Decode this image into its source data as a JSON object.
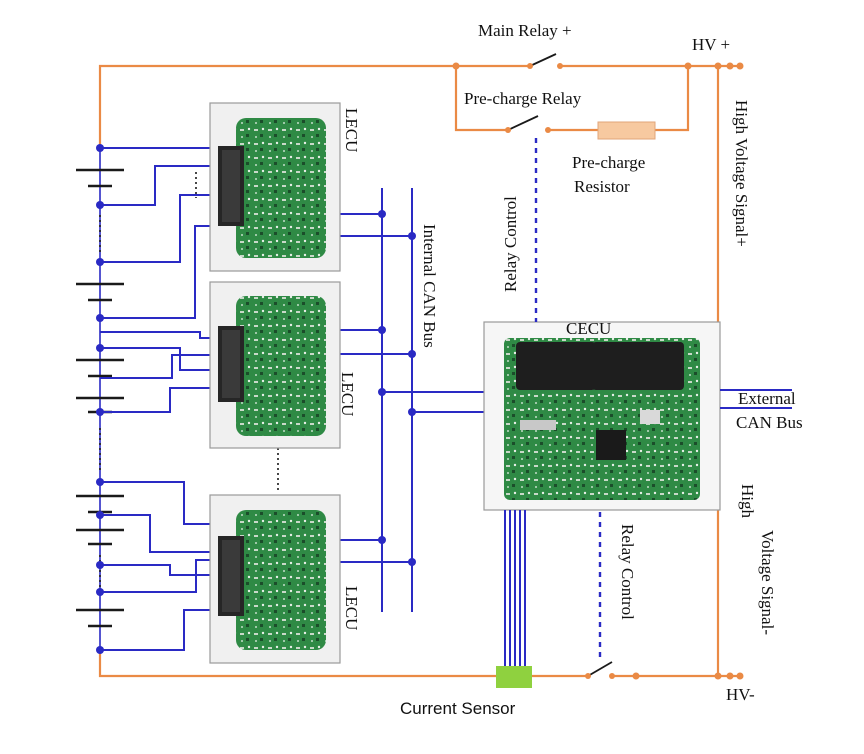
{
  "labels": {
    "main_relay": "Main Relay +",
    "hv_plus": "HV +",
    "precharge_relay": "Pre-charge Relay",
    "precharge_resistor_1": "Pre-charge",
    "precharge_resistor_2": "Resistor",
    "lecu_top": "LECU",
    "lecu_mid": "LECU",
    "lecu_bot": "LECU",
    "internal_can_bus": "Internal CAN Bus",
    "relay_control_top": "Relay Control",
    "relay_control_bottom": "Relay Control",
    "cecu": "CECU",
    "external_can_1": "External",
    "external_can_2": "CAN Bus",
    "hv_signal_plus": "High Voltage Signal+",
    "hv_signal_minus_1": "High",
    "hv_signal_minus_2": "Voltage Signal-",
    "current_sensor": "Current Sensor",
    "hv_minus": "HV-"
  },
  "colors": {
    "hv_wire": "#ea8a45",
    "signal_wire": "#2a2ac4",
    "board_green": "#2f8a45",
    "resistor": "#f7c9a0",
    "current_sensor": "#8fd13f"
  }
}
